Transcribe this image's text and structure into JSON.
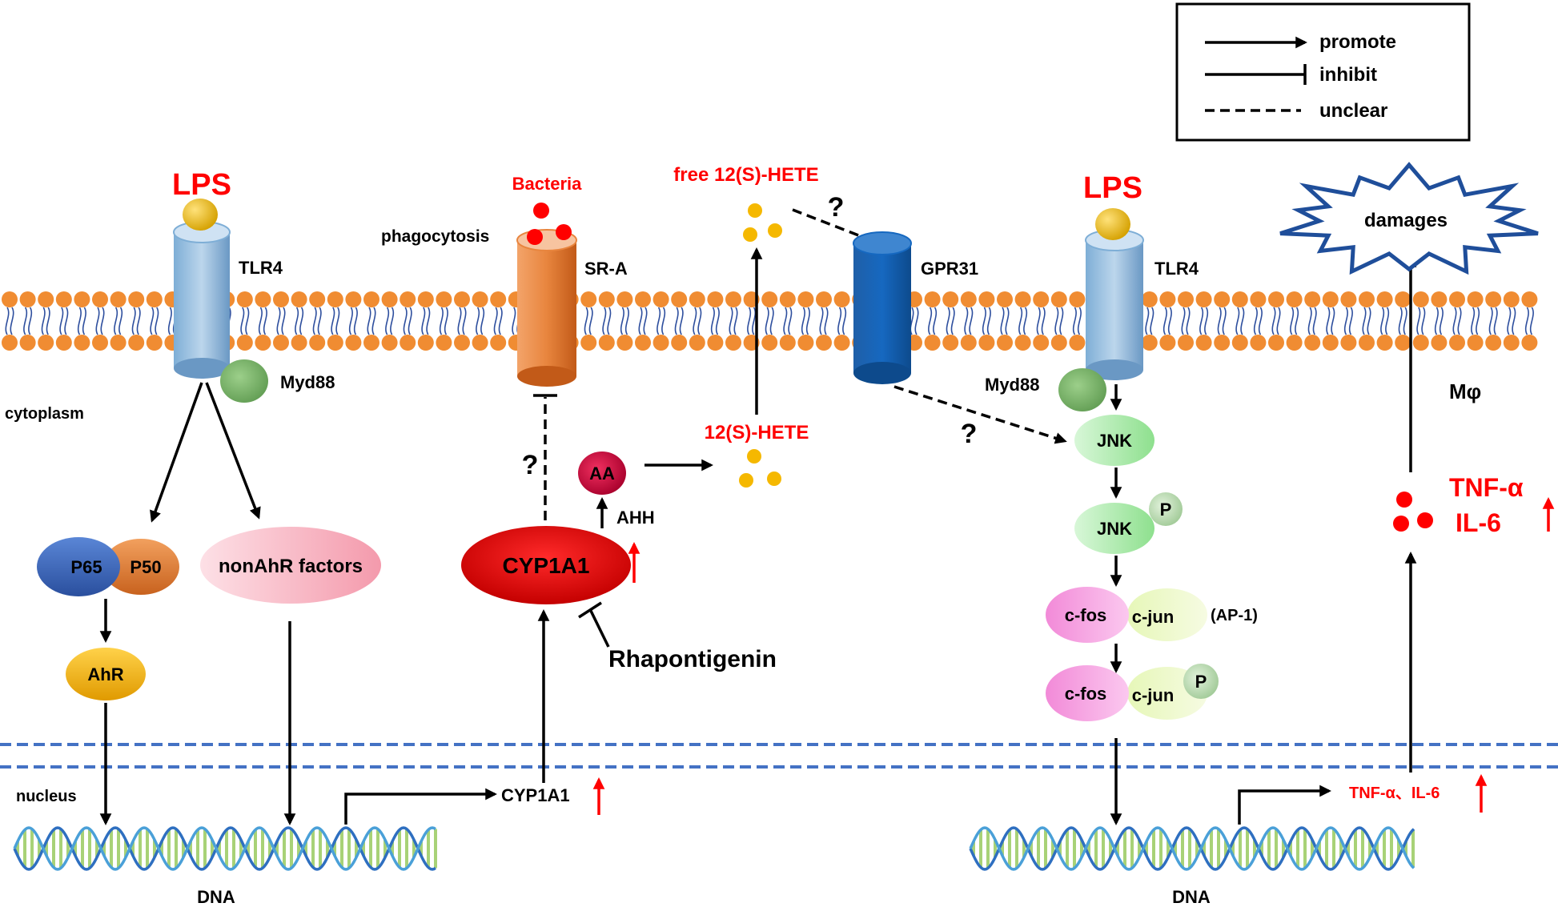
{
  "legend": {
    "promote": "promote",
    "inhibit": "inhibit",
    "unclear": "unclear"
  },
  "labels": {
    "lps_left": "LPS",
    "tlr4_left": "TLR4",
    "myd88_left": "Myd88",
    "cytoplasm": "cytoplasm",
    "p65": "P65",
    "p50": "P50",
    "nonahr": "nonAhR factors",
    "ahr": "AhR",
    "nucleus": "nucleus",
    "dna_left": "DNA",
    "cyp1a1_gene": "CYP1A1",
    "bacteria": "Bacteria",
    "phagocytosis": "phagocytosis",
    "sra": "SR-A",
    "q1": "?",
    "cyp1a1": "CYP1A1",
    "aa": "AA",
    "ahh": "AHH",
    "rhapontigenin": "Rhapontigenin",
    "free_hete": "free 12(S)-HETE",
    "hete": "12(S)-HETE",
    "q2": "?",
    "gpr31": "GPR31",
    "q3": "?",
    "lps_right": "LPS",
    "tlr4_right": "TLR4",
    "myd88_right": "Myd88",
    "jnk": "JNK",
    "jnk_p_label": "JNK",
    "p1": "P",
    "cfos1": "c-fos",
    "cjun1": "c-jun",
    "ap1": "(AP-1)",
    "cfos2": "c-fos",
    "cjun2": "c-jun",
    "p2": "P",
    "dna_right": "DNA",
    "tnf_gene": "TNF-α、IL-6",
    "damages": "damages",
    "mphi": "Mφ",
    "tnf": "TNF-α",
    "il6": "IL-6"
  },
  "colors": {
    "membrane_head": "#f08c32",
    "membrane_tail": "#2e4f9e",
    "red": "#ff0000",
    "nuclear_border": "#4472c4"
  }
}
